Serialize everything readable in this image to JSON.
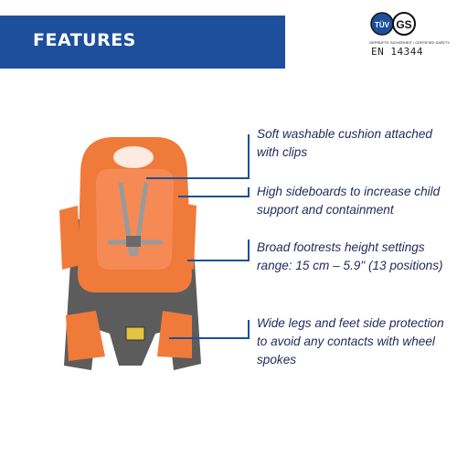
{
  "banner": {
    "title": "FEATURES"
  },
  "certification": {
    "logo_marks": [
      "TÜV",
      "GS"
    ],
    "fine_print": "GEPRÜFTE SICHERHEIT / CERTIFIED SAFETY",
    "standard": "EN 14344"
  },
  "features": [
    {
      "text": "Soft washable cushion attached with clips"
    },
    {
      "text": "High sideboards to increase child support and containment"
    },
    {
      "text": "Broad footrests height settings range: 15 cm – 5.9\" (13 positions)"
    },
    {
      "text": "Wide legs and feet side protection to avoid any contacts with wheel spokes"
    }
  ],
  "colors": {
    "banner": "#1e4f9c",
    "seat_shell": "#f07a3a",
    "frame": "#5a5a5a",
    "text": "#1f2a5a",
    "callout": "#1e4f9c"
  },
  "product": {
    "image": "child-bike-seat",
    "color_name": "orange"
  }
}
